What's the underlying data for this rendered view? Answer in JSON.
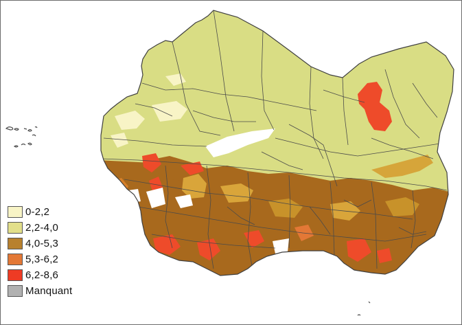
{
  "legend": {
    "items": [
      {
        "label": "0-2,2",
        "color": "#f8f4c6"
      },
      {
        "label": "2,2-4,0",
        "color": "#e2df8a"
      },
      {
        "label": "4,0-5,3",
        "color": "#b8812e"
      },
      {
        "label": "5,3-6,2",
        "color": "#e37836"
      },
      {
        "label": "6,2-8,6",
        "color": "#ee3b24"
      },
      {
        "label": "Manquant",
        "color": "#b1b1b1"
      }
    ]
  },
  "map": {
    "colors": {
      "band1": "#f8f4c6",
      "band2": "#d9dd84",
      "band3": "#a8691d",
      "band4": "#d6802a",
      "band5": "#ee4b2a",
      "missing": "#b1b1b1",
      "border": "#4a4a4a"
    }
  }
}
